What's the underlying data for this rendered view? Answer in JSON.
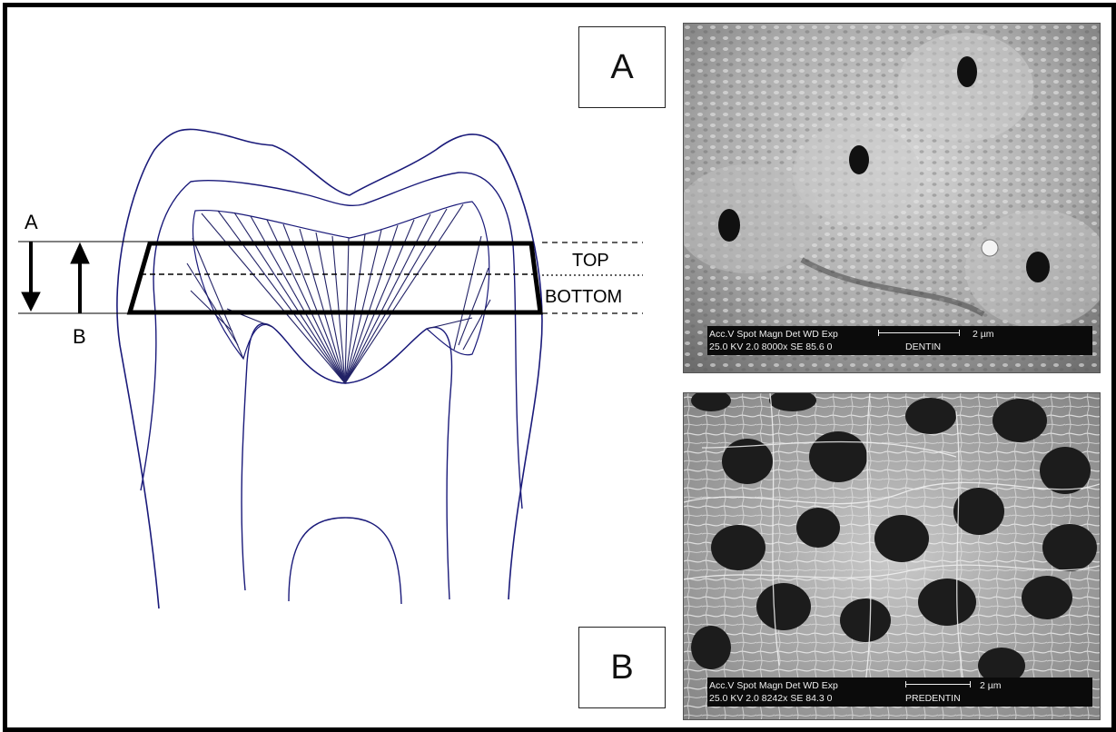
{
  "diagram": {
    "labels": {
      "top": "TOP",
      "bottom": "BOTTOM",
      "arrow_a": "A",
      "arrow_b": "B"
    }
  },
  "panels": {
    "a": {
      "letter": "A",
      "info_header": "Acc.V  Spot Magn    Det  WD  Exp",
      "info_values": "25.0 KV 2.0   8000x    SE   85.6  0",
      "scale": "2 µm",
      "sample": "DENTIN"
    },
    "b": {
      "letter": "B",
      "info_header": "Acc.V  Spot Magn    Det  WD  Exp",
      "info_values": "25.0 KV 2.0   8242x    SE   84.3  0",
      "scale": "2 µm",
      "sample": "PREDENTIN"
    }
  }
}
